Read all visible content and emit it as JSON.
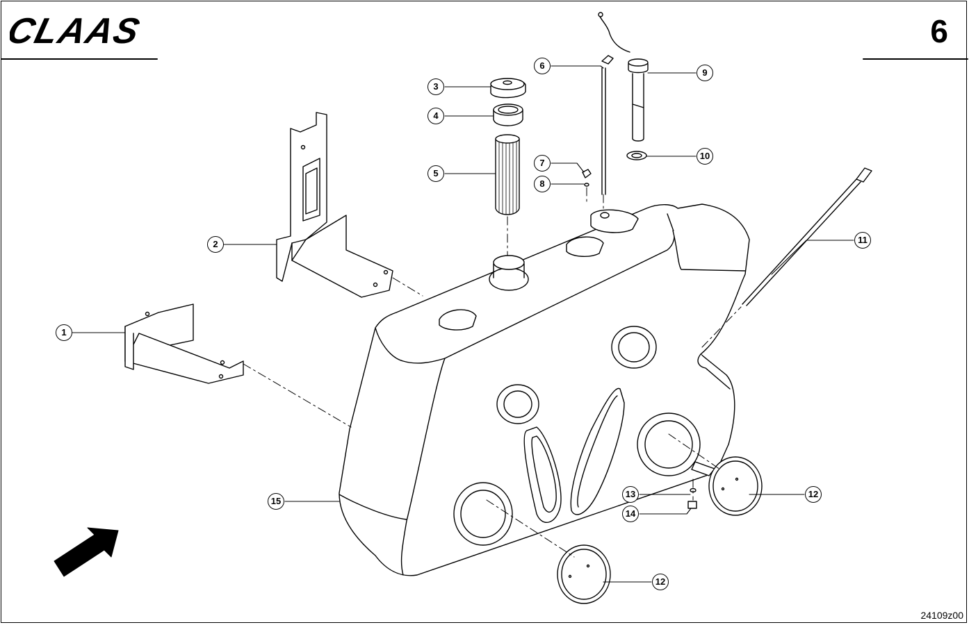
{
  "header": {
    "brand": "CLAAS",
    "page_number": "6"
  },
  "drawing_ref": "24109z00",
  "callouts": [
    "1",
    "2",
    "3",
    "4",
    "5",
    "6",
    "7",
    "8",
    "9",
    "10",
    "11",
    "12",
    "12",
    "13",
    "14",
    "15"
  ],
  "colors": {
    "line": "#000000",
    "background": "#ffffff"
  },
  "icons": {
    "direction": "arrow-icon"
  }
}
